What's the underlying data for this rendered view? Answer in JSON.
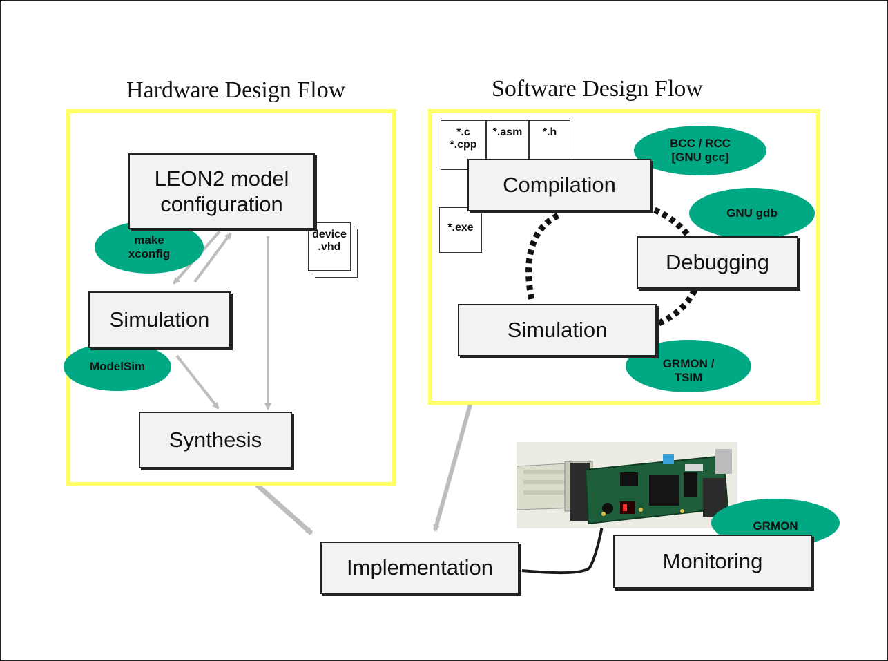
{
  "hardware": {
    "title": "Hardware Design Flow",
    "config_box": "LEON2 model\nconfiguration",
    "simulation_box": "Simulation",
    "synthesis_box": "Synthesis",
    "make_tool": "make\nxconfig",
    "modelsim_tool": "ModelSim",
    "device_doc": "device\n.vhd"
  },
  "software": {
    "title": "Software Design Flow",
    "compilation_box": "Compilation",
    "debugging_box": "Debugging",
    "simulation_box": "Simulation",
    "bcc_tool": "BCC / RCC\n[GNU gcc]",
    "gdb_tool": "GNU gdb",
    "grmon_tsim_tool": "GRMON /\nTSIM",
    "doc_c": "*.c\n*.cpp",
    "doc_asm": "*.asm",
    "doc_h": "*.h",
    "doc_exe": "*.exe"
  },
  "implementation_box": "Implementation",
  "monitoring_box": "Monitoring",
  "grmon_tool": "GRMON",
  "colors": {
    "panel_border": "#ffff66",
    "tool_fill": "#00a884",
    "box_fill": "#f2f2f2",
    "arrow": "#bdbdbd"
  }
}
